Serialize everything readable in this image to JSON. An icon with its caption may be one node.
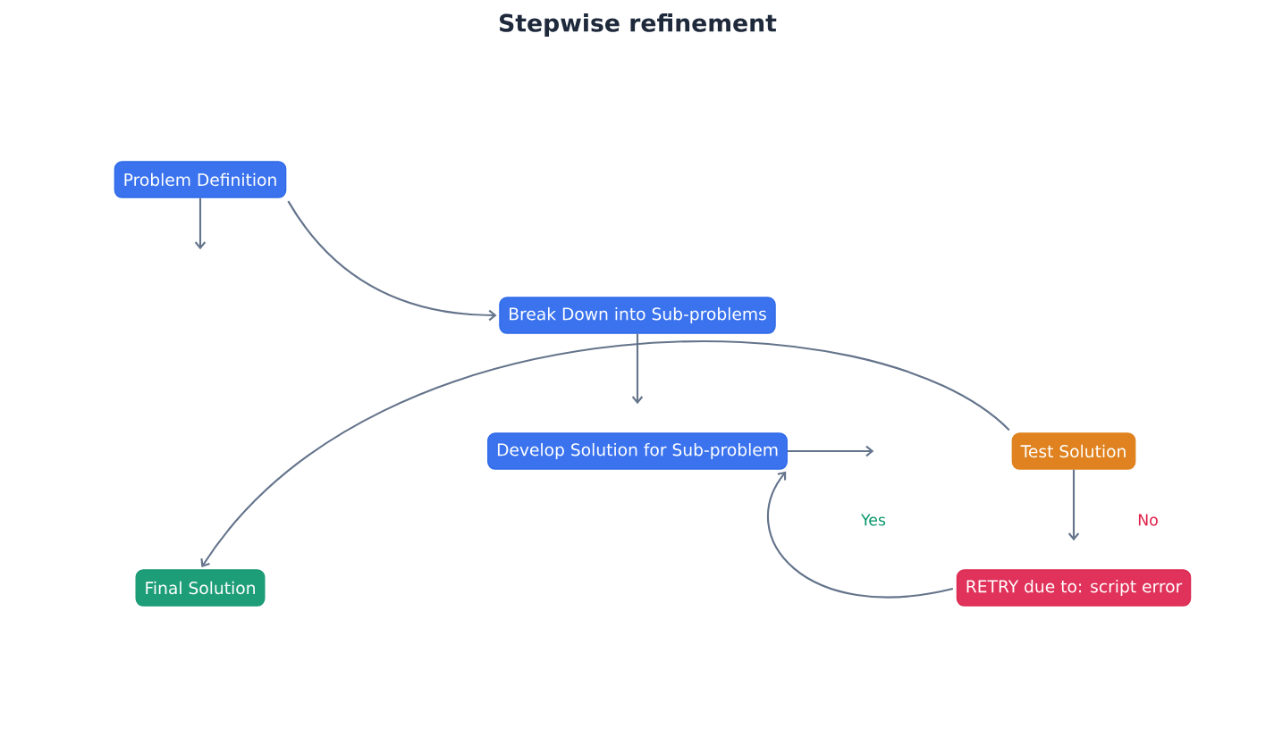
{
  "diagram": {
    "title": "Stepwise refinement",
    "nodes": [
      {
        "text": [
          "Problem Definition"
        ]
      },
      {
        "text": [
          "Break Down into Sub-problems"
        ]
      },
      {
        "text": [
          "Develop Solution for Sub-problem"
        ]
      },
      {
        "text": [
          "Test Solution"
        ]
      },
      {
        "text": [
          "Final Solution"
        ]
      },
      {
        "text": [
          "RETRY due to: script error"
        ]
      }
    ],
    "edges": [
      {
        "from": 0,
        "to": null,
        "arrow": "to"
      },
      {
        "from": 0,
        "to": 1,
        "arrow": "to"
      },
      {
        "from": 1,
        "to": null,
        "arrow": "to"
      },
      {
        "from": 2,
        "to": null,
        "arrow": "to"
      },
      {
        "from": 3,
        "to": 4,
        "arrow": "to"
      },
      {
        "from": 3,
        "to": null,
        "arrow": "to"
      },
      {
        "from": 5,
        "to": 2,
        "arrow": "to"
      }
    ],
    "labels": [
      "Yes",
      "No"
    ]
  }
}
